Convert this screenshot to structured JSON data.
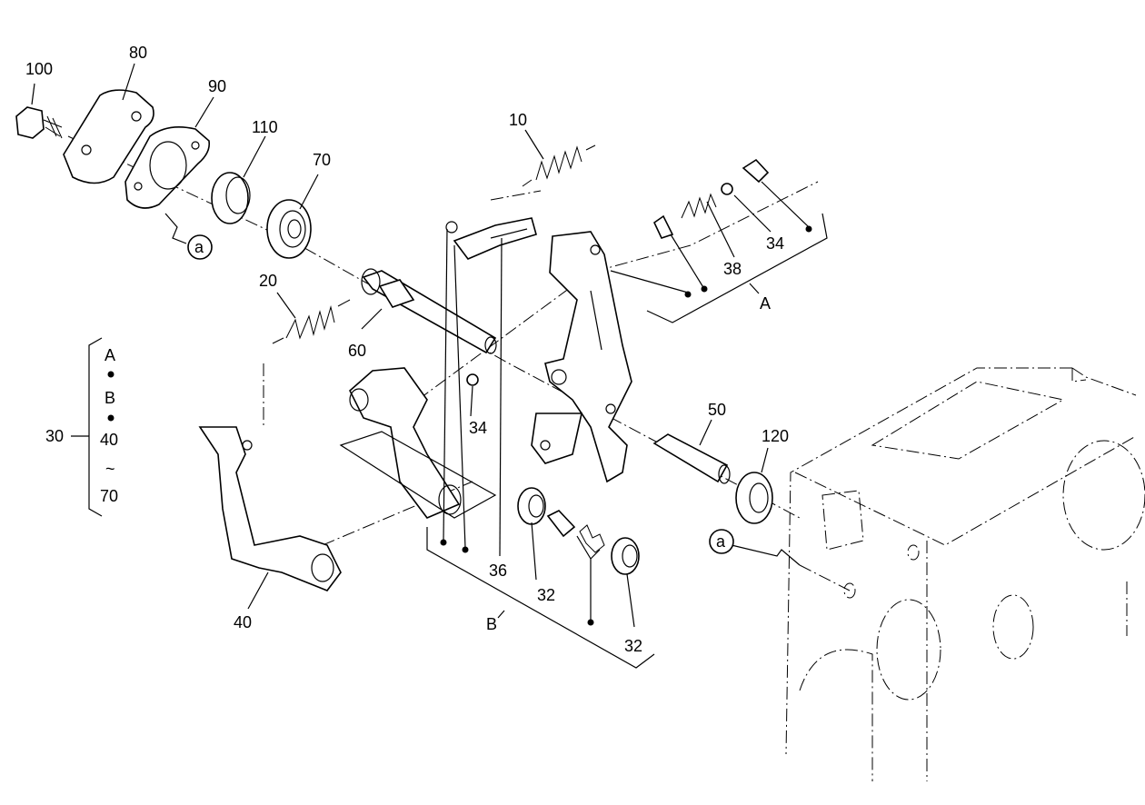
{
  "callouts": {
    "p10": "10",
    "p20": "20",
    "p30": "30",
    "p32a": "32",
    "p32b": "32",
    "p34a": "34",
    "p34b": "34",
    "p36": "36",
    "p38": "38",
    "p40": "40",
    "p50": "50",
    "p60": "60",
    "p70": "70",
    "p80": "80",
    "p90": "90",
    "p100": "100",
    "p110": "110",
    "p120": "120"
  },
  "groups": {
    "a": "A",
    "b": "B"
  },
  "refs": {
    "a_top": "a",
    "a_bottom": "a"
  },
  "legend_30": {
    "line1": "A",
    "line2": "B",
    "line3": "40",
    "tilde": "~",
    "line4": "70"
  }
}
